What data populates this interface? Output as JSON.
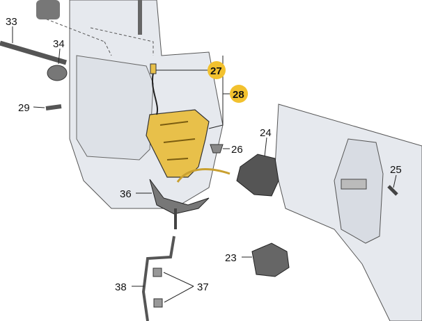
{
  "diagram": {
    "labels": [
      {
        "id": "33",
        "text": "33",
        "highlighted": false
      },
      {
        "id": "34",
        "text": "34",
        "highlighted": false
      },
      {
        "id": "29",
        "text": "29",
        "highlighted": false
      },
      {
        "id": "27",
        "text": "27",
        "highlighted": true
      },
      {
        "id": "28",
        "text": "28",
        "highlighted": true
      },
      {
        "id": "26",
        "text": "26",
        "highlighted": false
      },
      {
        "id": "24",
        "text": "24",
        "highlighted": false
      },
      {
        "id": "25",
        "text": "25",
        "highlighted": false
      },
      {
        "id": "36",
        "text": "36",
        "highlighted": false
      },
      {
        "id": "23",
        "text": "23",
        "highlighted": false
      },
      {
        "id": "38",
        "text": "38",
        "highlighted": false
      },
      {
        "id": "37",
        "text": "37",
        "highlighted": false
      }
    ],
    "colors": {
      "highlight": "#f2c12e",
      "part_yellow": "#e8c04a",
      "panel": "#e6e9ee",
      "line": "#333333"
    }
  }
}
